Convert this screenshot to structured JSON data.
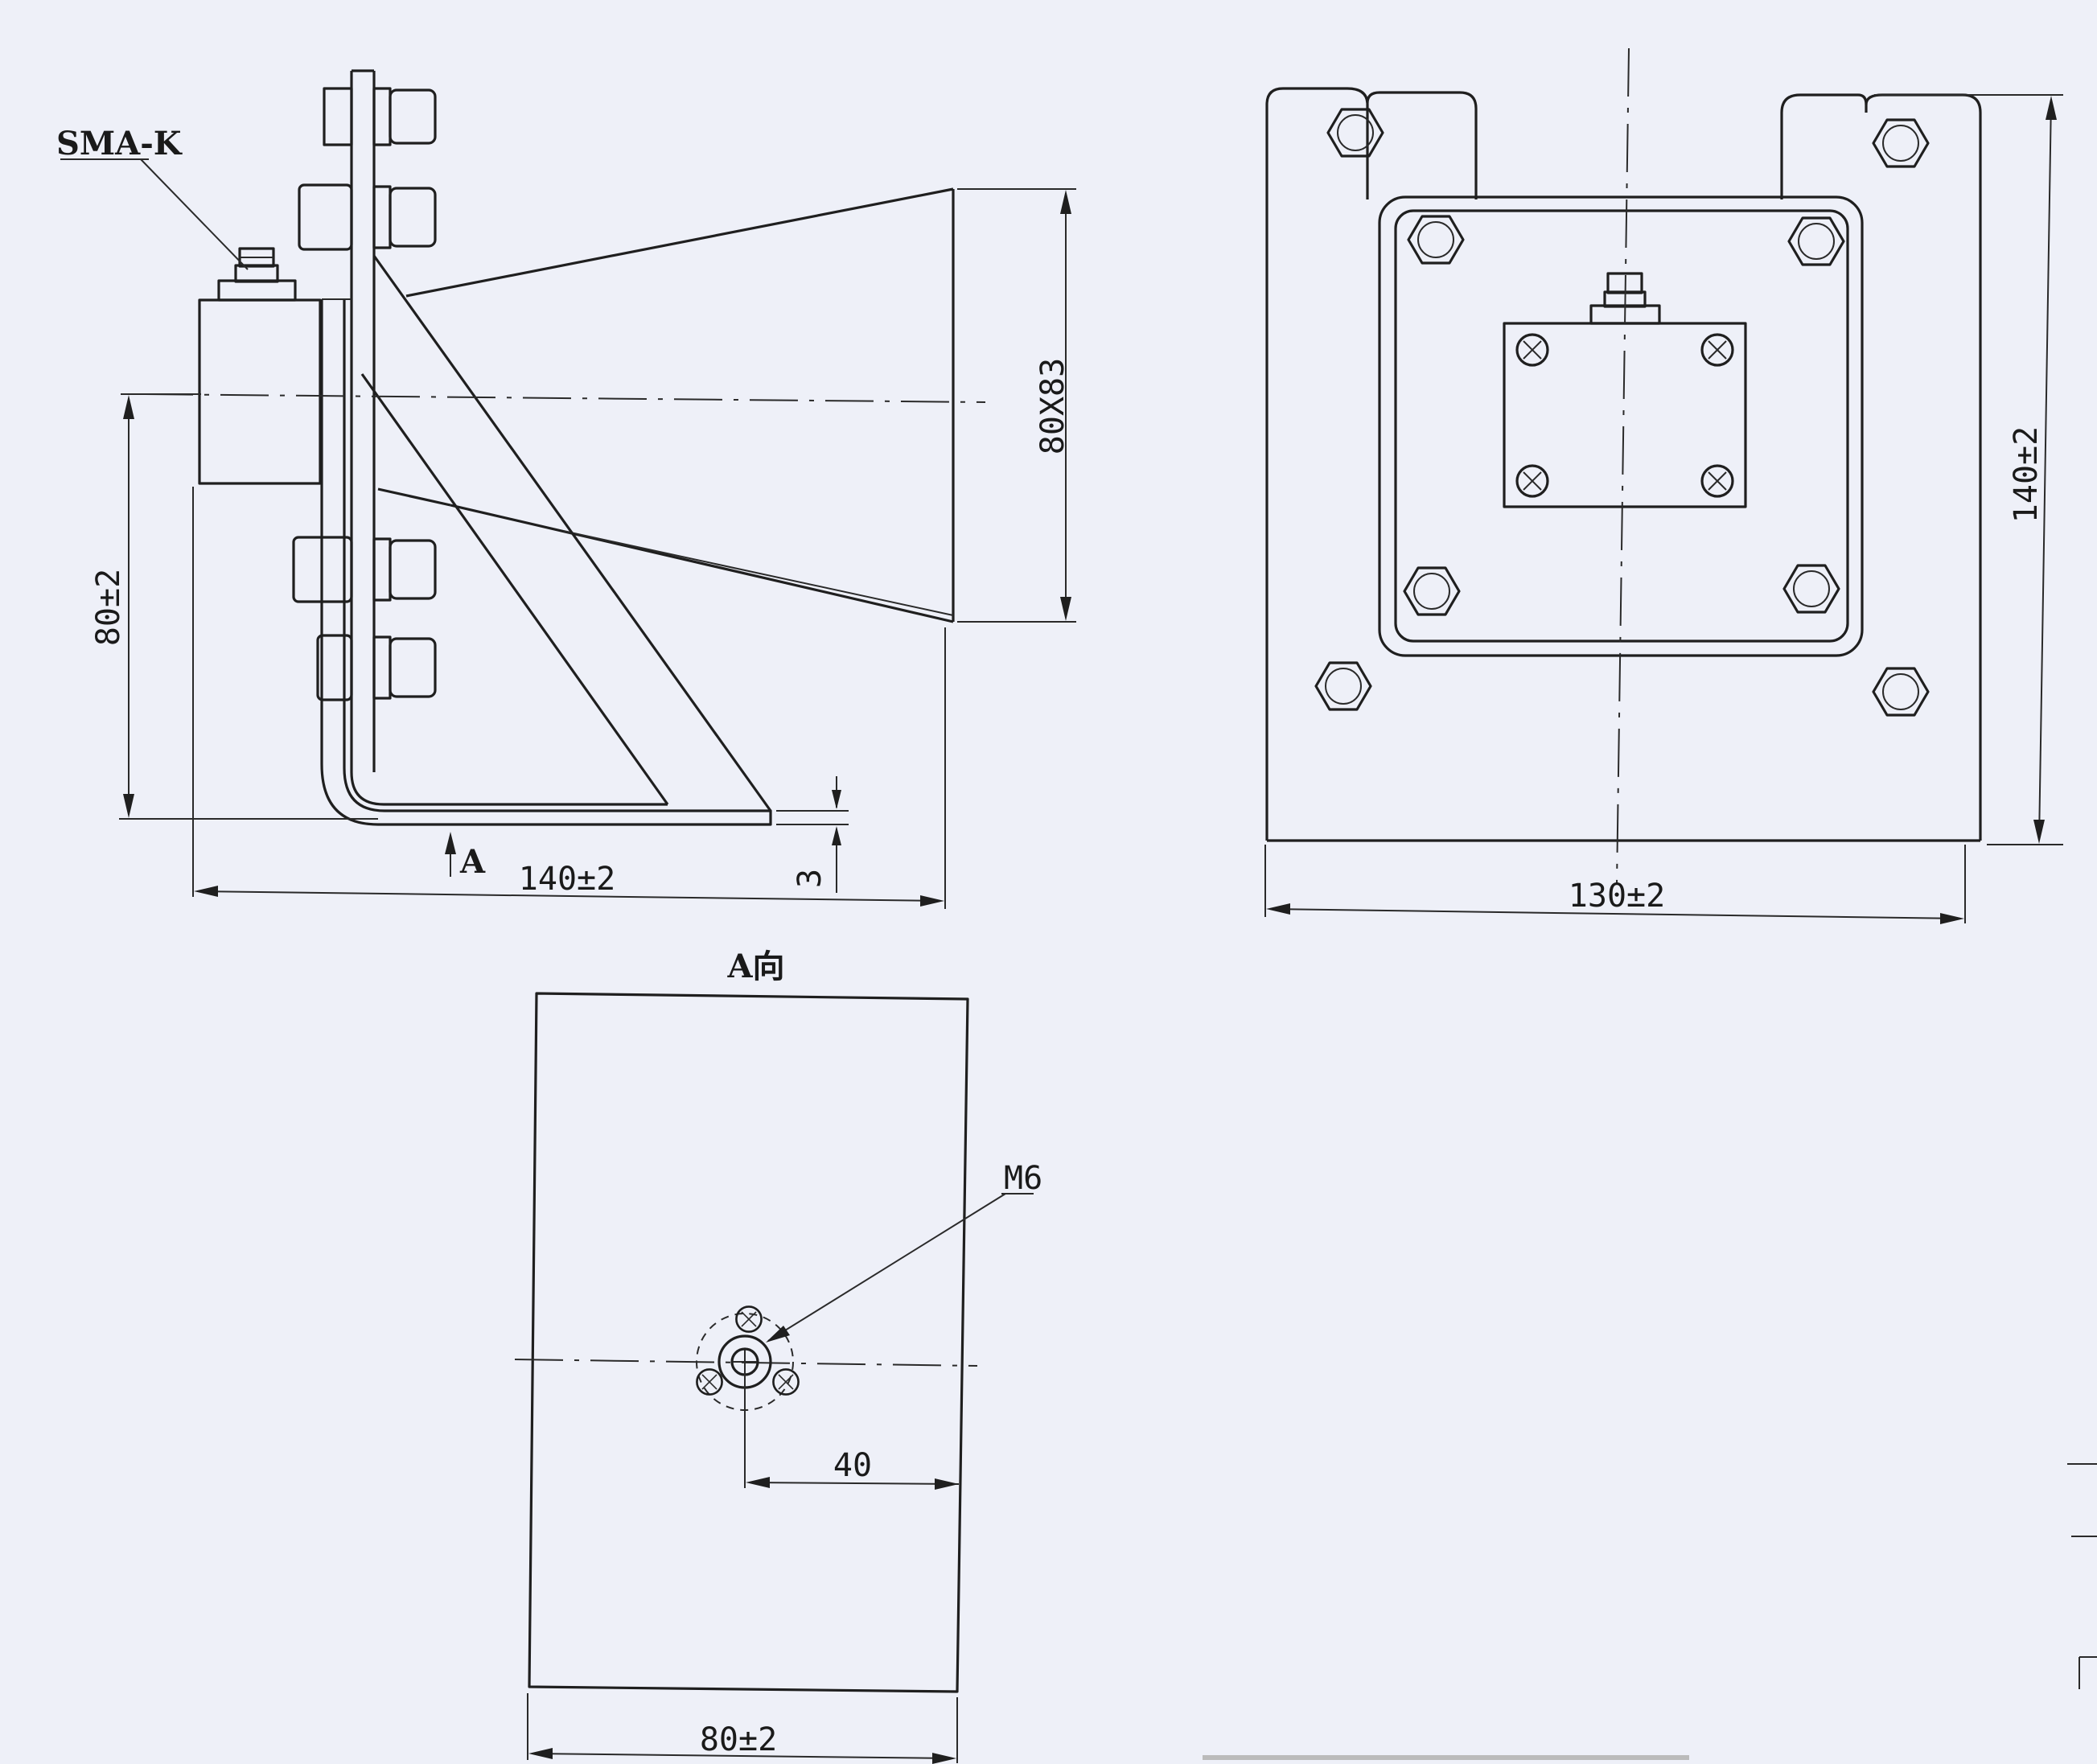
{
  "labels": {
    "sma": "SMA-K",
    "view_a_title": "A向",
    "view_a_marker": "A",
    "m6": "M6"
  },
  "dimensions": {
    "aperture": "80X83",
    "side_height": "80±2",
    "side_width": "140±2",
    "plate_thickness": "3",
    "front_width": "130±2",
    "front_height": "140±2",
    "bottom_offset": "40",
    "bottom_width": "80±2"
  },
  "colors": {
    "paper": "#eef0f8",
    "ink": "#1f1f1f"
  }
}
